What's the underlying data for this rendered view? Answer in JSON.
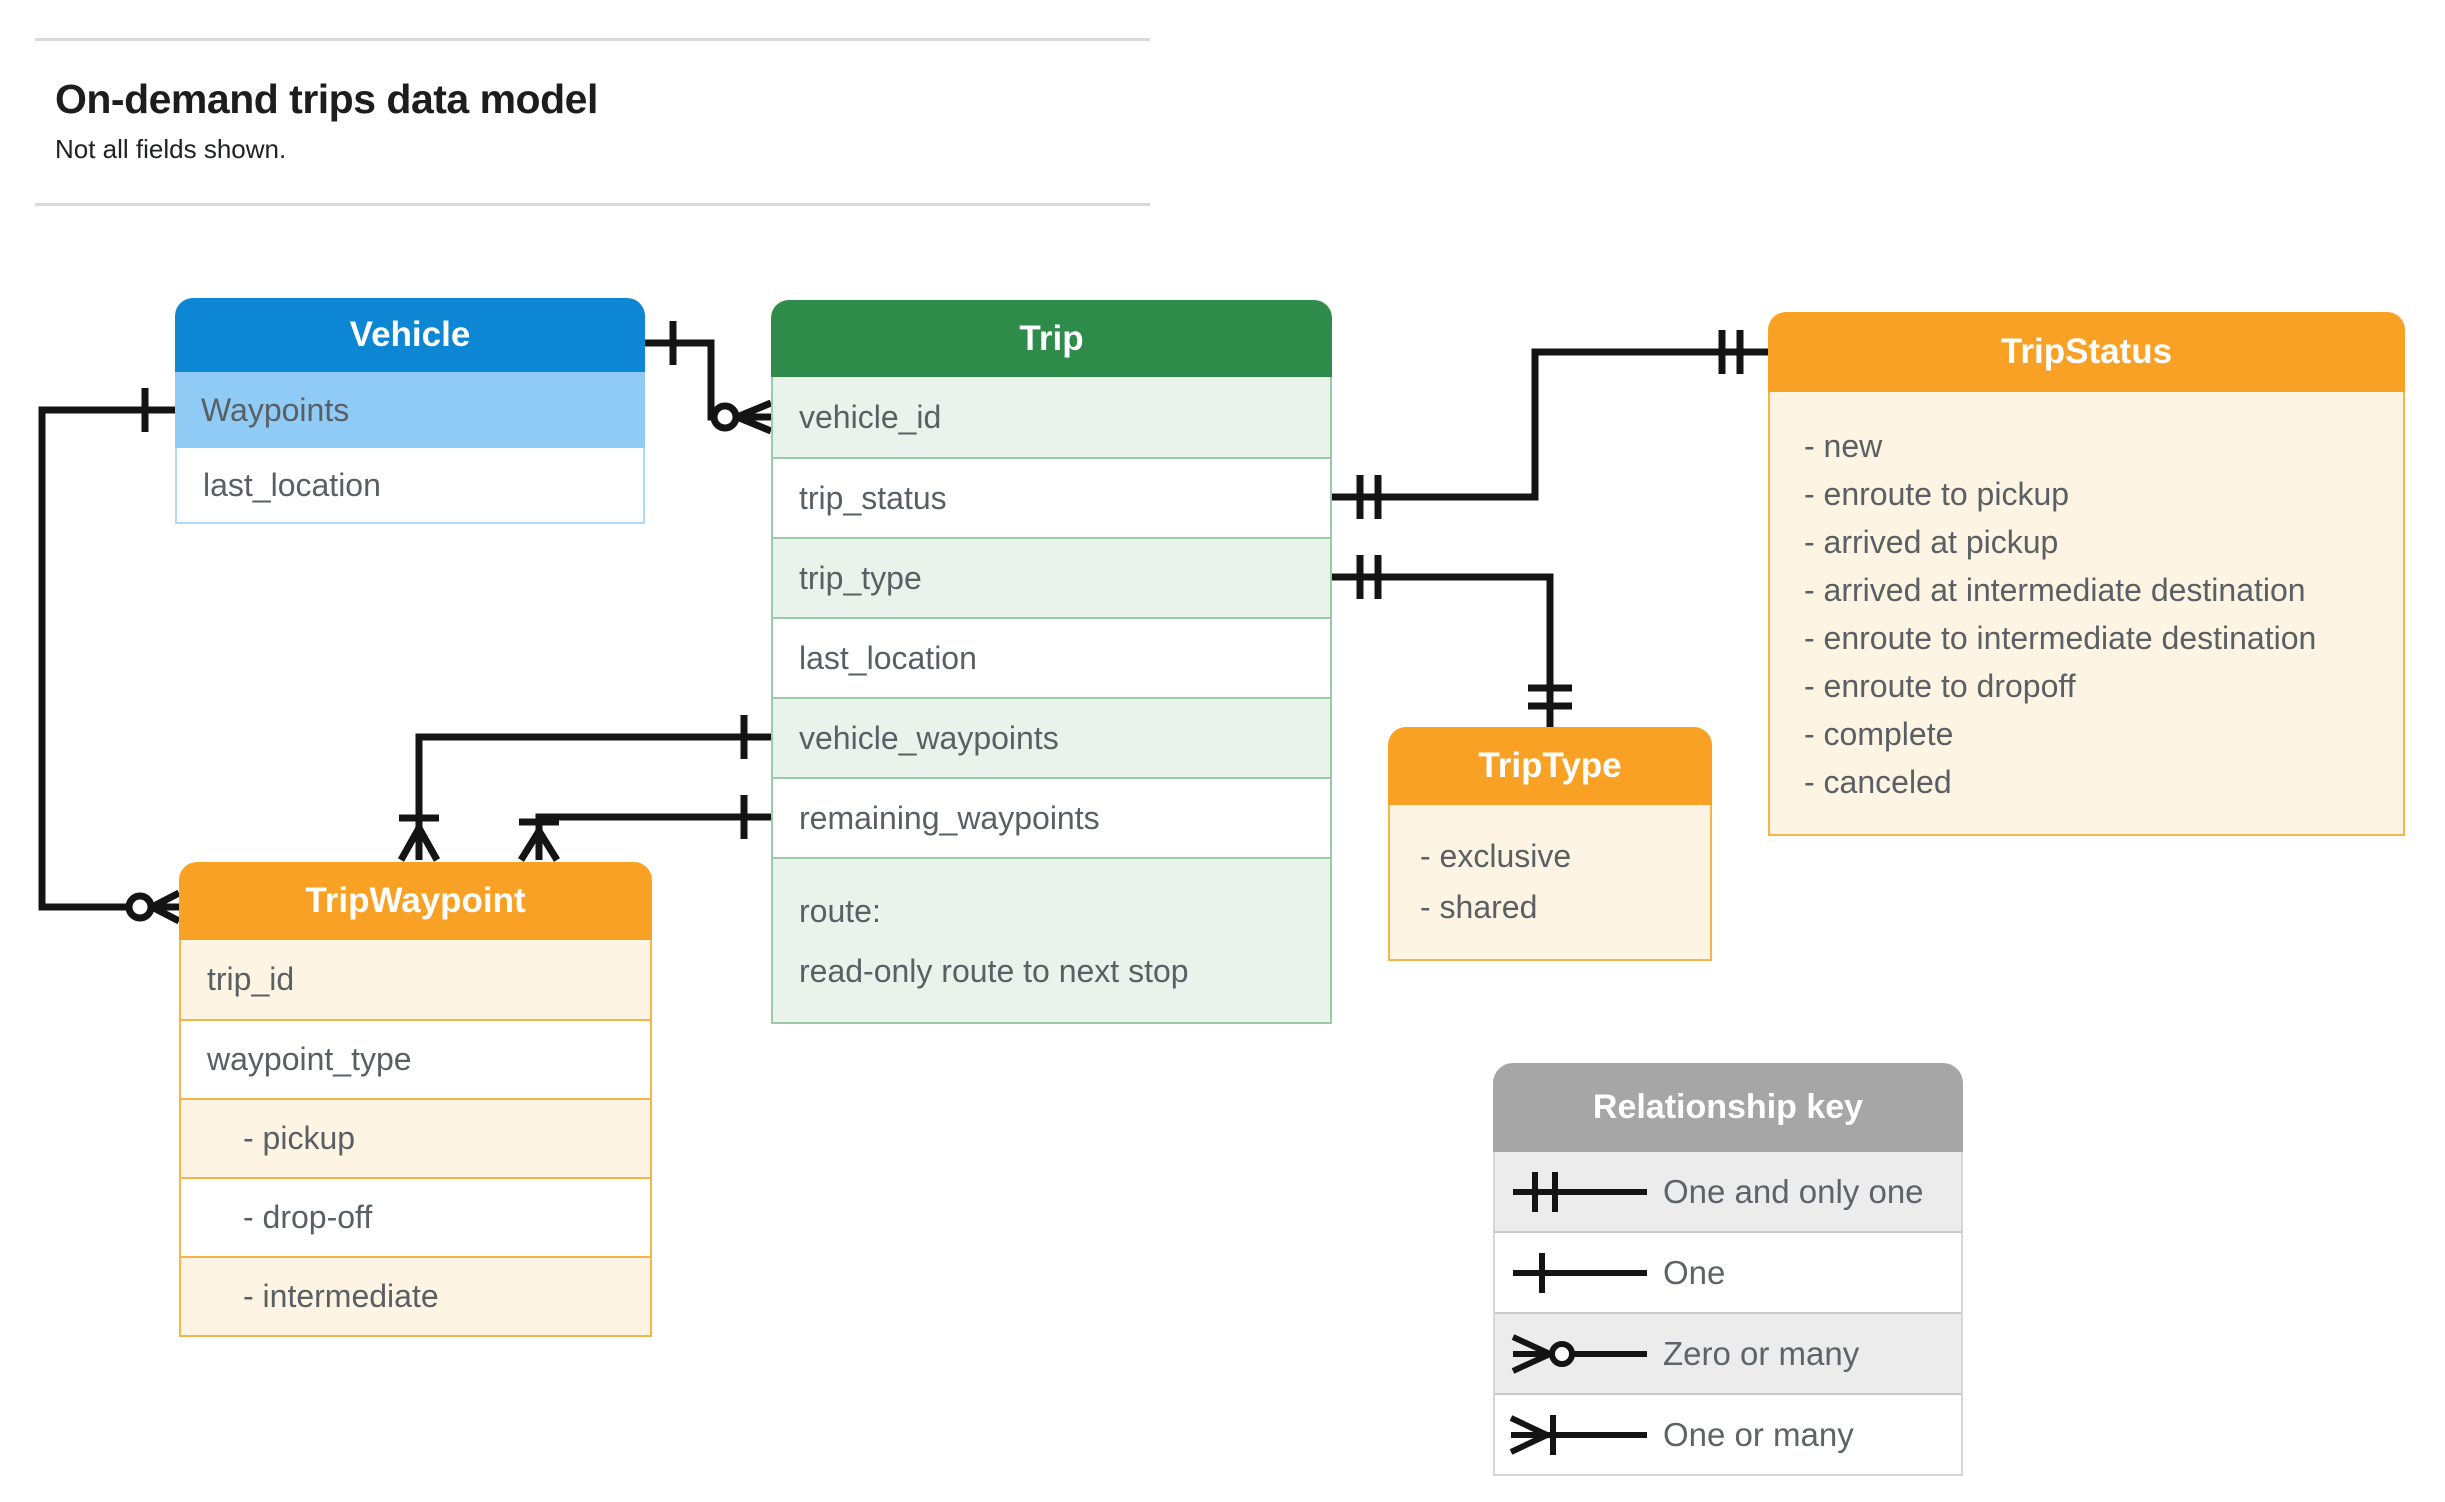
{
  "page": {
    "title": "On-demand trips data model",
    "subtitle": "Not all fields shown."
  },
  "entities": {
    "vehicle": {
      "title": "Vehicle",
      "fields": [
        "Waypoints",
        "last_location"
      ]
    },
    "trip": {
      "title": "Trip",
      "fields": [
        "vehicle_id",
        "trip_status",
        "trip_type",
        "last_location",
        "vehicle_waypoints",
        "remaining_waypoints"
      ],
      "route_field": {
        "name": "route:",
        "description": "read-only route to next stop"
      }
    },
    "tripStatus": {
      "title": "TripStatus",
      "values": [
        "- new",
        "- enroute to pickup",
        "- arrived at pickup",
        "- arrived at intermediate destination",
        "- enroute to intermediate destination",
        "- enroute to dropoff",
        "- complete",
        "- canceled"
      ]
    },
    "tripType": {
      "title": "TripType",
      "values": [
        "- exclusive",
        "- shared"
      ]
    },
    "tripWaypoint": {
      "title": "TripWaypoint",
      "fields": [
        "trip_id",
        "waypoint_type"
      ],
      "waypoint_type_values": [
        "- pickup",
        "- drop-off",
        "- intermediate"
      ]
    }
  },
  "legend": {
    "title": "Relationship key",
    "rows": [
      {
        "symbol": "one-and-only-one",
        "label": "One and only one"
      },
      {
        "symbol": "one",
        "label": "One"
      },
      {
        "symbol": "zero-or-many",
        "label": "Zero or many"
      },
      {
        "symbol": "one-or-many",
        "label": "One or many"
      }
    ]
  },
  "colors": {
    "vehicle_header": "#0d86d3",
    "vehicle_row": "#8fcbf5",
    "trip_header": "#2e8b4a",
    "trip_row": "#e9f3ec",
    "orange_header": "#f9a125",
    "orange_row": "#fdf4e3",
    "legend_header": "#a6a6a6",
    "legend_row": "#ececec",
    "connector": "#141414",
    "body_text": "#5a5f64"
  }
}
